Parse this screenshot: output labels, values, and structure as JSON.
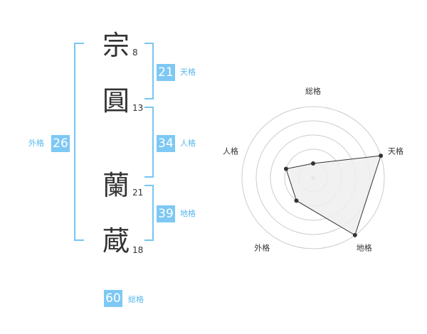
{
  "name": {
    "characters": [
      {
        "char": "宗",
        "strokes": "8"
      },
      {
        "char": "圓",
        "strokes": "13"
      },
      {
        "char": "蘭",
        "strokes": "21"
      },
      {
        "char": "蔵",
        "strokes": "18"
      }
    ]
  },
  "kaku": {
    "tenkaku": {
      "value": "21",
      "label": "天格"
    },
    "jinkaku": {
      "value": "34",
      "label": "人格"
    },
    "chikaku": {
      "value": "39",
      "label": "地格"
    },
    "gaikaku": {
      "value": "26",
      "label": "外格"
    },
    "soukaku": {
      "value": "60",
      "label": "総格"
    }
  },
  "chart_data": {
    "type": "radar",
    "axes": [
      "総格",
      "天格",
      "地格",
      "外格",
      "人格"
    ],
    "values": [
      1,
      5,
      5,
      2,
      2
    ],
    "max": 5,
    "rings": 5,
    "colors": {
      "fill": "#efefef",
      "stroke": "#333333",
      "grid": "#cccccc",
      "point": "#333333"
    }
  },
  "colors": {
    "accent": "#7dc8f4",
    "bracket": "#78c5f2",
    "label": "#57b7ee"
  }
}
